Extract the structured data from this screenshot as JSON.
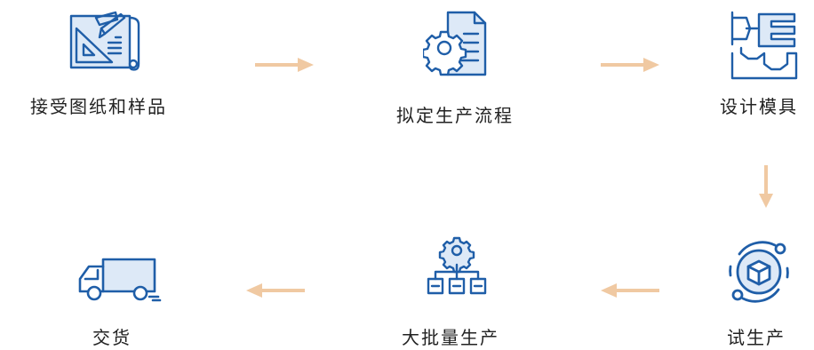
{
  "colors": {
    "icon": "#1f5ea8",
    "arrow": "#f0c9a2",
    "label": "#222222"
  },
  "steps": [
    {
      "label": "接受图纸和样品",
      "icon": "blueprint-icon"
    },
    {
      "label": "拟定生产流程",
      "icon": "document-gear-icon"
    },
    {
      "label": "设计模具",
      "icon": "mold-design-icon"
    },
    {
      "label": "试生产",
      "icon": "cube-cycle-icon"
    },
    {
      "label": "大批量生产",
      "icon": "gear-network-icon"
    },
    {
      "label": "交货",
      "icon": "delivery-truck-icon"
    }
  ],
  "arrows": [
    {
      "direction": "right"
    },
    {
      "direction": "right"
    },
    {
      "direction": "down"
    },
    {
      "direction": "left"
    },
    {
      "direction": "left"
    }
  ]
}
